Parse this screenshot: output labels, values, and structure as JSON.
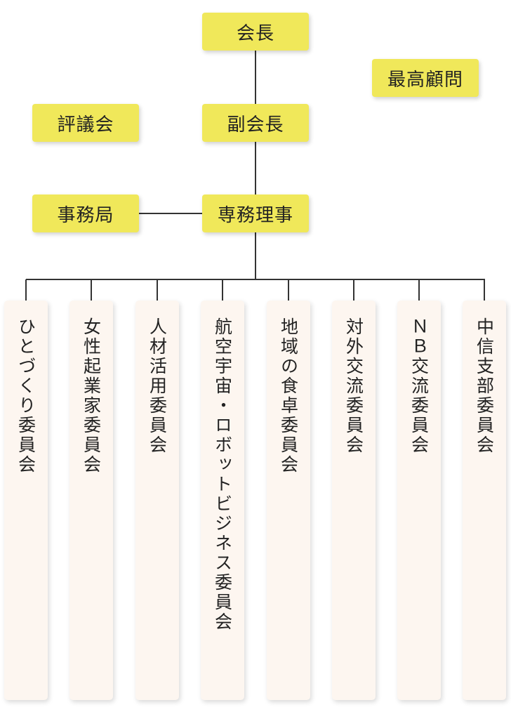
{
  "top": {
    "chairman": "会長",
    "supreme_advisor": "最高顧問",
    "council": "評議会",
    "vice_chairman": "副会長",
    "secretariat": "事務局",
    "executive_director": "専務理事"
  },
  "committees": [
    "ひとづくり委員会",
    "女性起業家委員会",
    "人材活用委員会",
    "航空宇宙・ロボットビジネス委員会",
    "地域の食卓委員会",
    "対外交流委員会",
    "ＮＢ交流委員会",
    "中信支部委員会"
  ],
  "colors": {
    "box": "#f0e85a",
    "committee": "#fdf6f0",
    "line": "#333333"
  }
}
